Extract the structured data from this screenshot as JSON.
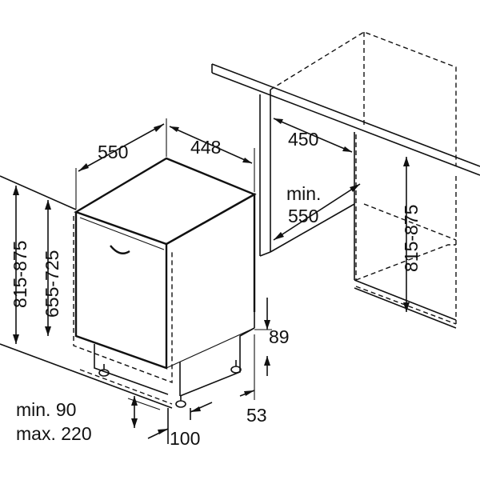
{
  "dimensions": {
    "depth": "550",
    "width": "448",
    "niche_width": "450",
    "niche_depth_min_label": "min.",
    "niche_depth_min_value": "550",
    "niche_height": "815-875",
    "total_height": "815-875",
    "body_height": "655-725",
    "foot_height": "89",
    "foot_inset": "53",
    "plinth_min": "min. 90",
    "plinth_max": "max. 220",
    "plinth_depth": "100"
  }
}
